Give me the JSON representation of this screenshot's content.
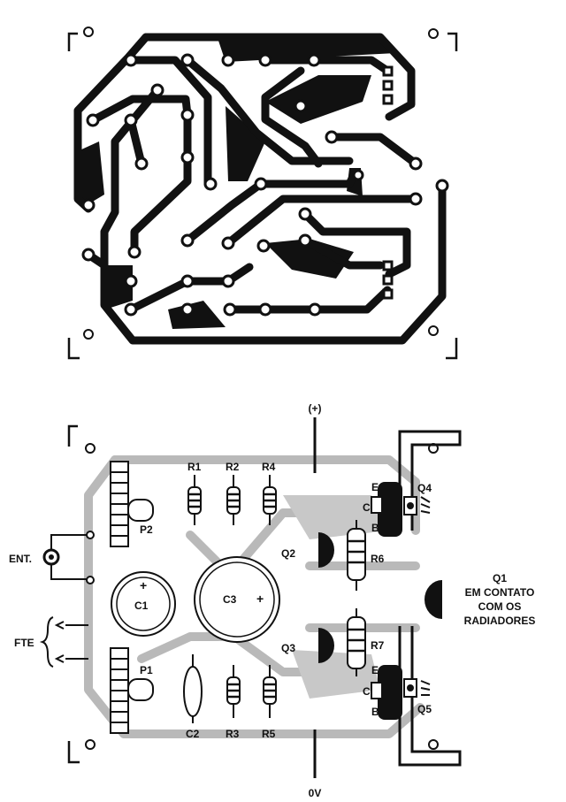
{
  "labels": {
    "supply_positive": "(+)",
    "ground": "0V",
    "input": "ENT.",
    "source": "FTE",
    "q1_note_line1": "Q1",
    "q1_note_line2": "EM CONTATO",
    "q1_note_line3": "COM OS",
    "q1_note_line4": "RADIADORES",
    "c1_polarity": "+",
    "c3_polarity": "+"
  },
  "components": {
    "r1": "R1",
    "r2": "R2",
    "r3": "R3",
    "r4": "R4",
    "r5": "R5",
    "r6": "R6",
    "r7": "R7",
    "c1": "C1",
    "c2": "C2",
    "c3": "C3",
    "p1": "P1",
    "p2": "P2",
    "q2": "Q2",
    "q3": "Q3",
    "q4": "Q4",
    "q5": "Q5"
  },
  "pins": {
    "q4_e": "E",
    "q4_c": "C",
    "q4_b": "B",
    "q5_e": "E",
    "q5_c": "C",
    "q5_b": "B"
  },
  "colors": {
    "copper": "#111111",
    "ink": "#111111",
    "silk_grey": "#b9b9b9",
    "paper": "#ffffff"
  }
}
